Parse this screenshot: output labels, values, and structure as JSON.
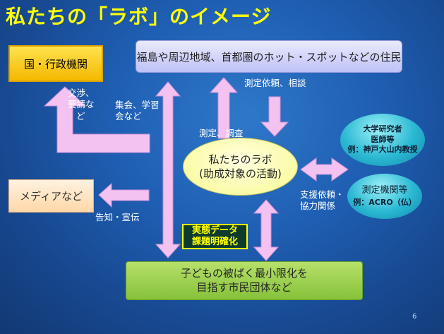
{
  "title": "私たちの「ラボ」のイメージ",
  "boxes": {
    "government": "国・行政機関",
    "media": "メディアなど",
    "residents": "福島や周辺地域、首都圏のホット・スポットなどの住民",
    "lab_line1": "私たちのラボ",
    "lab_line2": "(助成対象の活動)",
    "university_line1": "大学研究者",
    "university_line2": "医師等",
    "university_line3": "例：神戸大山内教授",
    "measurement_line1": "測定機関等",
    "measurement_line2": "例：ACRO（仏）",
    "children_line1": "子どもの被ばく最小限化を",
    "children_line2": "目指す市民団体など",
    "data_line1": "実態データ",
    "data_line2": "課題明確化"
  },
  "labels": {
    "negotiation_line1": "交渉、",
    "negotiation_line2": "要請な",
    "negotiation_line3": "ど",
    "meetings_line1": "集会、学習",
    "meetings_line2": "会など",
    "measure_request": "測定依頼、相談",
    "measure_survey": "測定、調査",
    "support_line1": "支援依頼・",
    "support_line2": "協力関係",
    "publicity": "告知・宣伝"
  },
  "page_number": "6",
  "colors": {
    "title": "#ffff00",
    "arrow_fill": "#f4c2f0",
    "arrow_stroke": "#c890d8"
  }
}
